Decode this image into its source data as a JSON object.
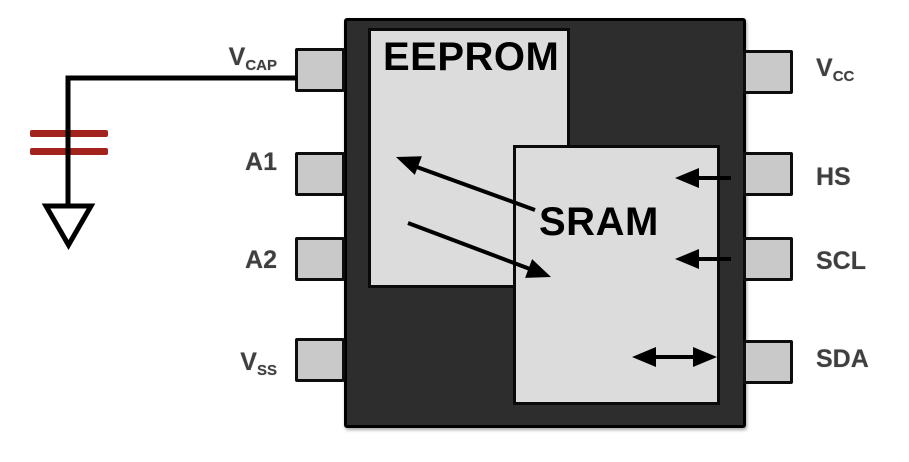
{
  "colors": {
    "background": "#ffffff",
    "chip_body": "#2d2d2d",
    "block_fill": "#dcdcdc",
    "block_border": "#0a0a0a",
    "pin_fill": "#c9c9c9",
    "pin_border": "#0d0d0d",
    "wire": "#000000",
    "capacitor_red": "#a2231d",
    "pin_label_text": "#3f3f3f",
    "block_label_text": "#000000"
  },
  "chip": {
    "blocks": {
      "eeprom": {
        "label": "EEPROM"
      },
      "sram": {
        "label": "SRAM"
      }
    }
  },
  "pins": {
    "left": [
      {
        "id": "vcap",
        "main": "V",
        "sub": "CAP"
      },
      {
        "id": "a1",
        "main": "A1",
        "sub": ""
      },
      {
        "id": "a2",
        "main": "A2",
        "sub": ""
      },
      {
        "id": "vss",
        "main": "V",
        "sub": "SS"
      }
    ],
    "right": [
      {
        "id": "vcc",
        "main": "V",
        "sub": "CC"
      },
      {
        "id": "hs",
        "main": "HS",
        "sub": ""
      },
      {
        "id": "scl",
        "main": "SCL",
        "sub": ""
      },
      {
        "id": "sda",
        "main": "SDA",
        "sub": ""
      }
    ]
  },
  "icons": {
    "capacitor": "capacitor-icon",
    "ground": "ground-icon",
    "transfer_to_eeprom": "arrow-up-left-icon",
    "transfer_to_sram": "arrow-down-right-icon",
    "hs_input": "arrow-left-icon",
    "scl_input": "arrow-left-icon",
    "sda_bidirectional": "arrow-left-right-icon"
  }
}
